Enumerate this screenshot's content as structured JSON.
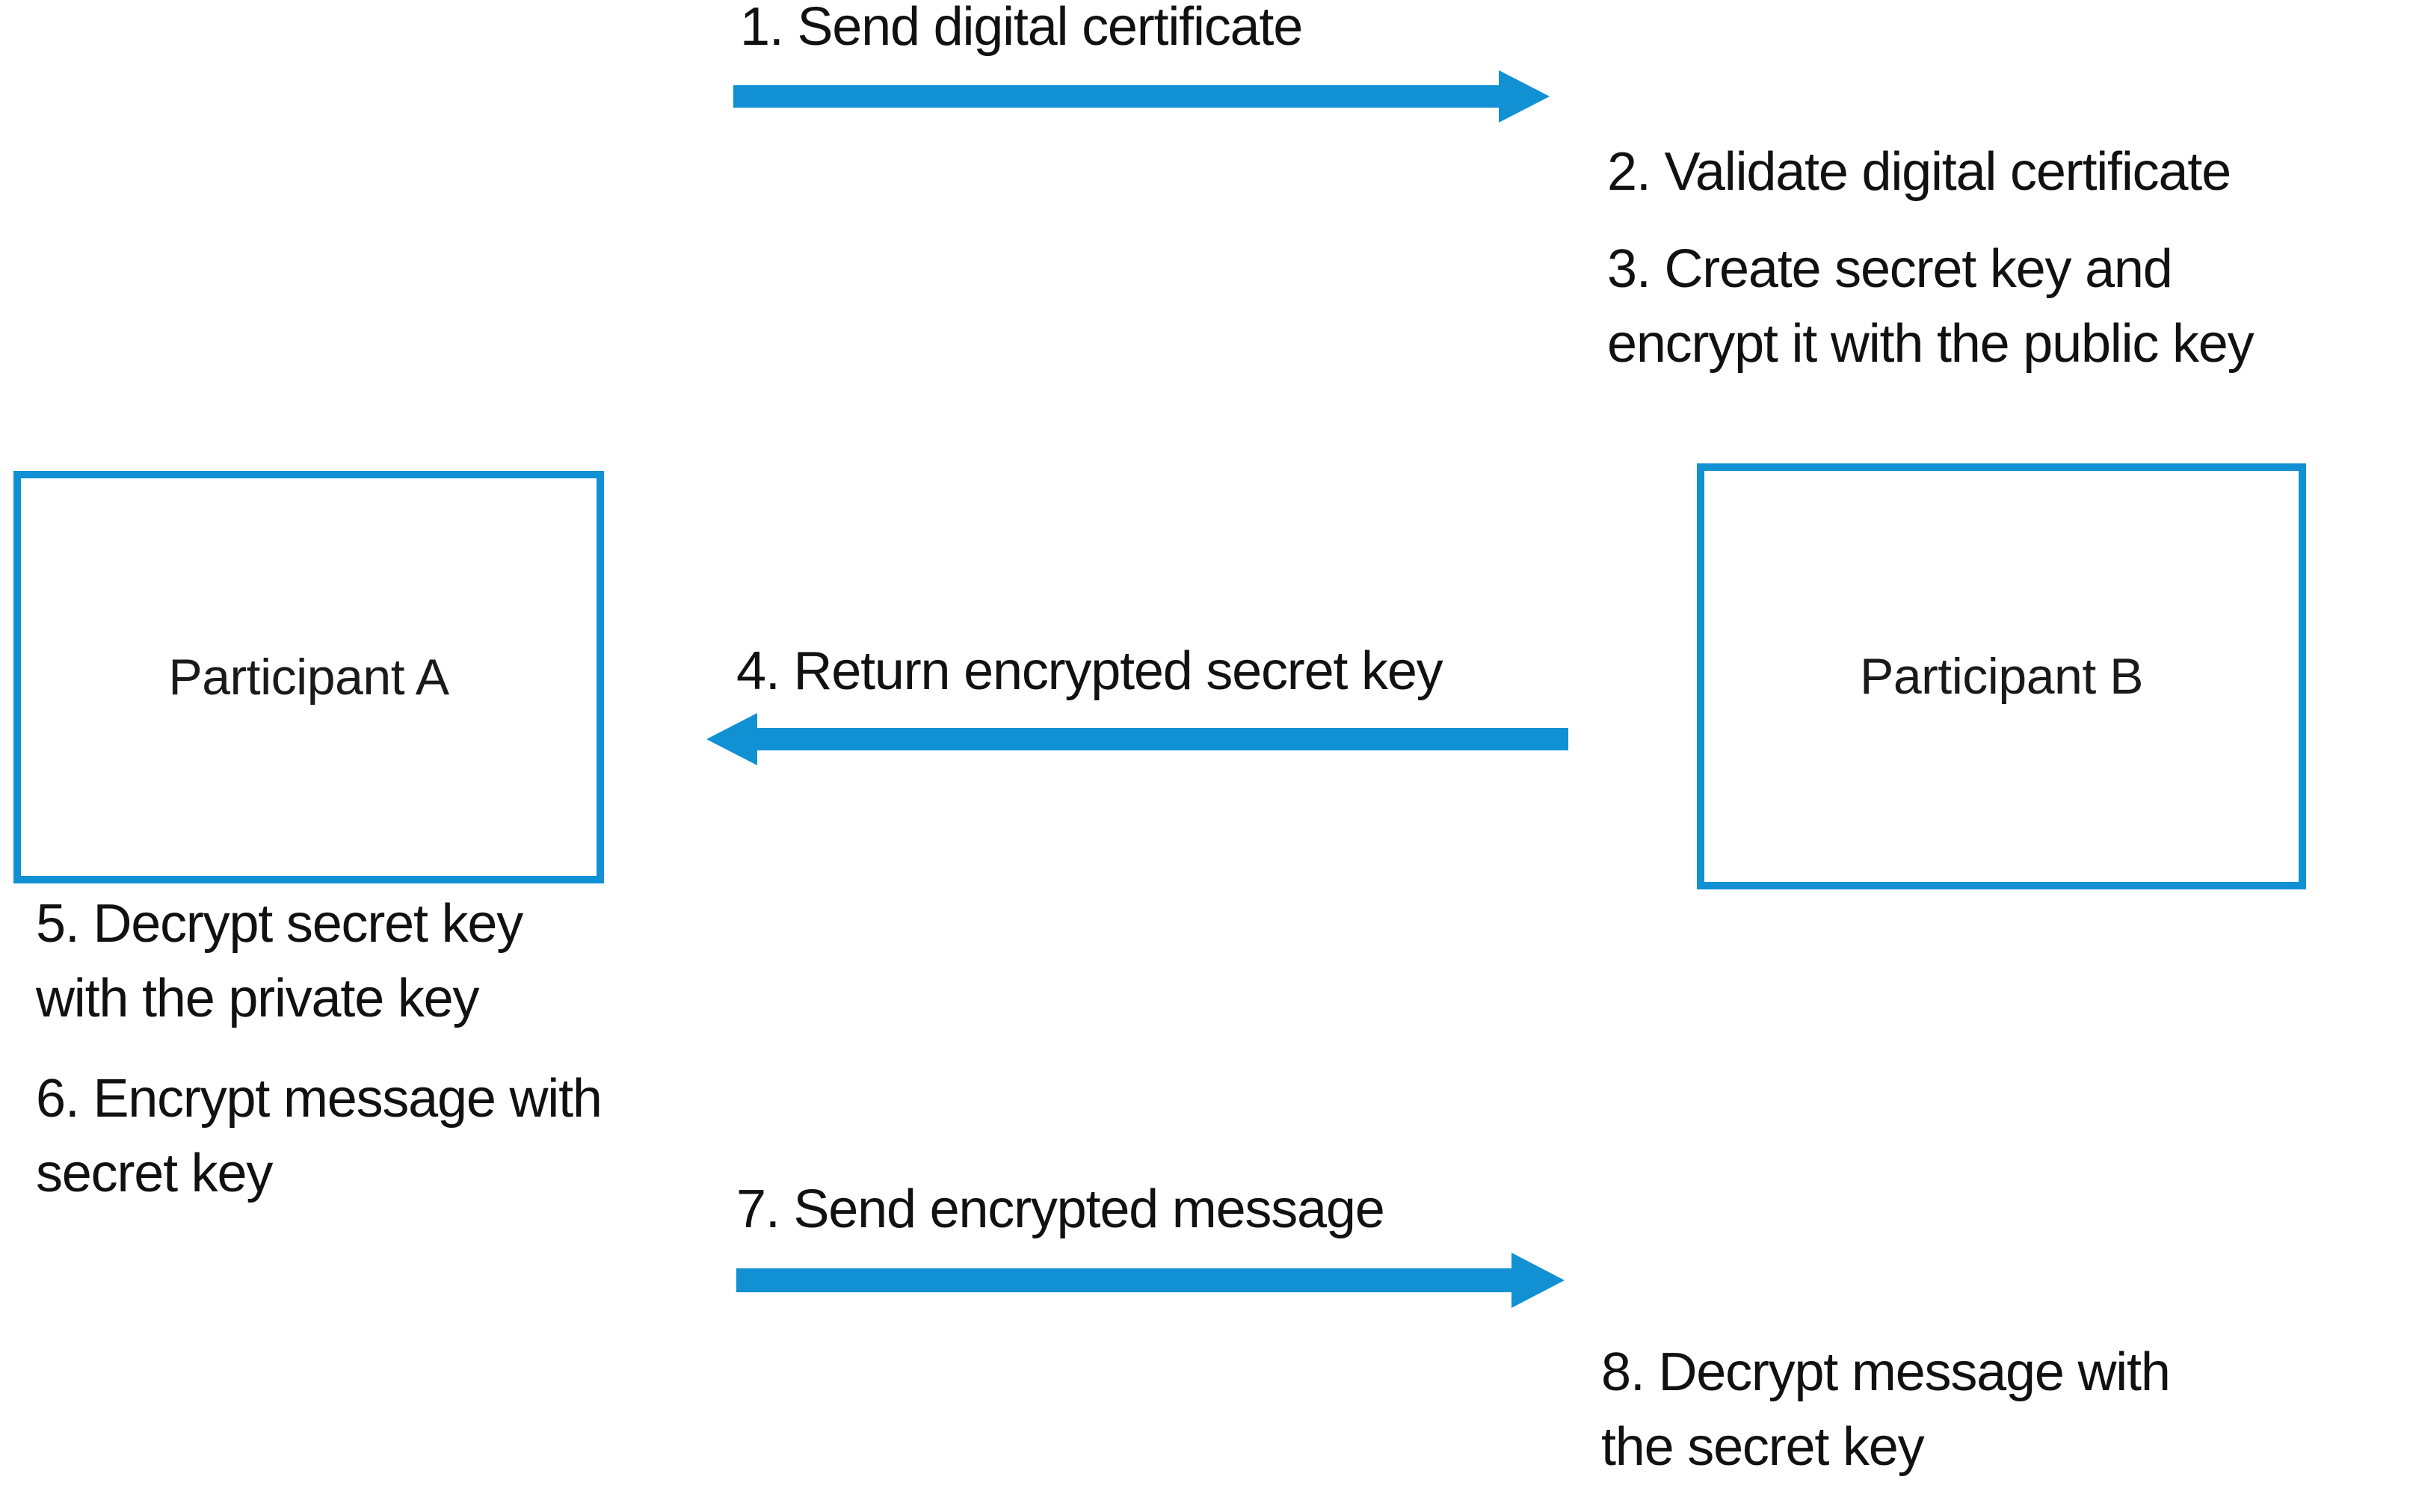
{
  "diagram": {
    "title": "TLS/SSL handshake key exchange between two participants",
    "accent_color": "#1191D4",
    "text_color": "#111111",
    "background_color": "#FFFFFF",
    "participants": [
      {
        "id": "a",
        "label": "Participant A"
      },
      {
        "id": "b",
        "label": "Participant B"
      }
    ],
    "steps": [
      {
        "number": "1",
        "text": "1. Send digital certificate",
        "kind": "arrow-label",
        "direction": "left-to-right",
        "from": "Participant A",
        "to": "Participant B"
      },
      {
        "number": "2",
        "text": "2. Validate digital certificate",
        "kind": "note",
        "actor": "Participant B"
      },
      {
        "number": "3",
        "text": "3. Create secret key and\nencrypt it with the public key",
        "kind": "note",
        "actor": "Participant B"
      },
      {
        "number": "4",
        "text": "4. Return encrypted secret key",
        "kind": "arrow-label",
        "direction": "right-to-left",
        "from": "Participant B",
        "to": "Participant A"
      },
      {
        "number": "5",
        "text": "5. Decrypt secret key\nwith the private key",
        "kind": "note",
        "actor": "Participant A"
      },
      {
        "number": "6",
        "text": "6. Encrypt message with\nsecret key",
        "kind": "note",
        "actor": "Participant A"
      },
      {
        "number": "7",
        "text": "7. Send encrypted message",
        "kind": "arrow-label",
        "direction": "left-to-right",
        "from": "Participant A",
        "to": "Participant B"
      },
      {
        "number": "8",
        "text": "8. Decrypt message with\nthe secret key",
        "kind": "note",
        "actor": "Participant B"
      }
    ],
    "arrows": [
      {
        "id": "arrow-1",
        "label_step": "1",
        "direction": "right"
      },
      {
        "id": "arrow-4",
        "label_step": "4",
        "direction": "left"
      },
      {
        "id": "arrow-7",
        "label_step": "7",
        "direction": "right"
      }
    ]
  }
}
